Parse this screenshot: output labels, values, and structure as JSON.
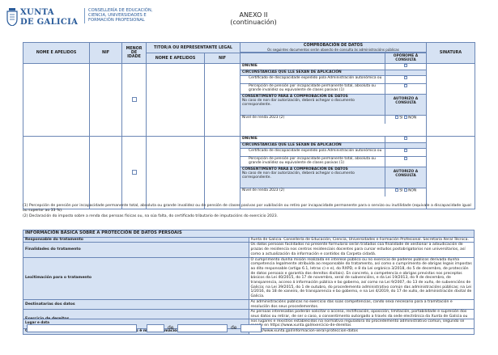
{
  "header": {
    "logo_line1": "XUNTA",
    "logo_line2": "DE GALICIA",
    "conselleria_lines": [
      "CONSELLERÍA DE EDUCACIÓN,",
      "CIENCIA, UNIVERSIDADES E",
      "FORMACIÓN PROFESIONAL"
    ],
    "annex_title": "ANEXO II",
    "annex_subtitle": "(continuación)"
  },
  "main_table": {
    "headers": {
      "name": "NOME E APELIDOS",
      "nif": "NIF",
      "minor": "MENOR DE IDADE",
      "guardian": "TITOR/A OU REPRESENTANTE LEGAL",
      "guardian_name": "NOME E APELIDOS",
      "guardian_nif": "NIF",
      "verification": "COMPROBACIÓN DE DATOS",
      "verification_sub": "Os seguintes documentos serán obxecto de consulta ás administracións públicas",
      "opposition": "OPÓÑOME Á CONSULTA",
      "signature": "SINATURA"
    },
    "blocks": [
      {
        "dni": "DNI/NIE",
        "circumstances": "CIRCUNSTANCIAS QUE LLE SEXAN DE APLICACIÓN",
        "items": [
          "Certificado de discapacidade expedido pola Administración autonómica ou",
          "Percepción de pensión por incapacidade permanente total, absoluta ou grande invalidez ou equivalente de clases pasivas (1)"
        ],
        "consent_title": "CONSENTIMENTO PARA A COMPROBACIÓN DE DATOS",
        "consent_text": "No caso de non dar autorización, deberá achegar o documento correspondente.",
        "authorize": "AUTORIZO A CONSULTA",
        "income": "Nivel de renda 2023 (2)",
        "yes": "SI",
        "no": "NON"
      },
      {
        "dni": "DNI/NIE",
        "circumstances": "CIRCUNSTANCIAS QUE LLE SEXAN DE APLICACIÓN",
        "items": [
          "Certificado de discapacidade expedido pola Administración autonómica ou",
          "Percepción de pensión por incapacidade permanente total, absoluta ou grande invalidez ou equivalente de clases pasivas (1)"
        ],
        "consent_title": "CONSENTIMENTO PARA A COMPROBACIÓN DE DATOS",
        "consent_text": "No caso de non dar autorización, deberá achegar o documento correspondente.",
        "authorize": "AUTORIZO A CONSULTA",
        "income": "Nivel de renda 2023 (2)",
        "yes": "SI",
        "no": "NON"
      }
    ]
  },
  "notes": [
    "(1) Percepción de pensión por incapacidade permanente total, absoluta ou grande invalidez ou de pensión de clases pasivas por xubilación ou retiro por incapacidade permanente para o servizo ou inutilidade (equivale a discapacidade igual ou superior ao 33 %).",
    "(2) Declaración do imposto sobre a renda das persoas físicas ou, na súa falta, do certificado tributario de imputacións do exercicio 2023."
  ],
  "info": {
    "title": "INFORMACIÓN BÁSICA SOBRE A PROTECCIÓN DE DATOS PERSOAIS",
    "rows": [
      {
        "label": "Responsable do tratamento",
        "value": "Xunta de Galicia. Consellería de Educación, Ciencia, Universidades e Formación Profesional. Secretaría Xeral Técnica."
      },
      {
        "label": "Finalidades do tratamento",
        "value": "Os datos persoais facilitados no presente formulario serán tratados coa finalidade de xestionar a adxudicación de prazas de residencia nos centros residenciais docentes para cursar estudos postobrigatorios non universitarios, así como a actualización da información e contidos da Carpeta cidadá."
      },
      {
        "label": "Lexitimación para o tratamento",
        "value": "O cumprimento dunha misión realizada en interese público ou no exercicio de poderes públicos derivada dunha competencia legalmente atribuída ao responsable do tratamento, así como o cumprimento de obrigas legais impostas ao dito responsable (artigo 6.1, letras c) e e), do RXPD, e 8 da Lei orgánica 3/2018, do 5 de decembro, de protección de datos persoais e garantía dos dereitos dixitais). En concreto, a competencia e obrigas previstas nos preceptos básicos da Lei 40/2015, do 17 de novembro, xeral de subvencións, e da Lei 19/2013, do 9 de decembro, de transparencia, acceso á información pública e bo goberno, así como na Lei 9/2007, do 13 de xuño, de subvencións de Galicia; na Lei 39/2015, do 1 de outubro, do procedemento administrativo común das administracións públicas; na Lei 1/2016, do 18 de xaneiro, de transparencia e bo goberno, e na Lei 4/2019, do 17 de xullo, de administración dixital de Galicia."
      },
      {
        "label": "Destinatarias dos datos",
        "value": "As administracións públicas no exercicio das súas competencias, cando sexa necesario para a tramitación e resolución dos seus procedementos."
      },
      {
        "label": "Exercicio de dereitos",
        "value": "As persoas interesadas poderán solicitar o acceso, rectificación, oposición, limitación, portabilidade e supresión dos seus datos ou retirar, de ser o caso, o consentimento outorgado a través da sede electrónica da Xunta de Galicia ou nos lugares e rexistros establecidos na normativa reguladora do procedemento administrativo común, segundo se recolle en https://www.xunta.gal/exercicio-de-dereitos"
      },
      {
        "label": "Contacto coa persoa delegada de protección de datos e máis información",
        "value": "https://www.xunta.gal/informacion-xeral-proteccion-datos"
      }
    ]
  },
  "signature": {
    "place_date_label": "Lugar e data",
    "comma": ",",
    "of1": "de",
    "of2": "de"
  }
}
